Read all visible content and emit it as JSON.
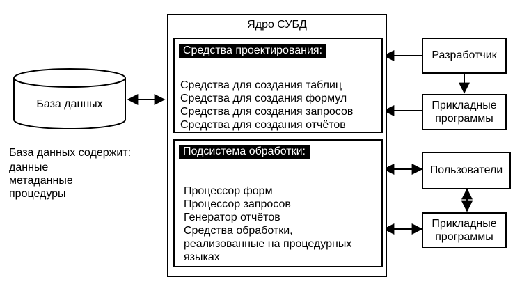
{
  "core": {
    "title": "Ядро СУБД",
    "design": {
      "heading": "Средства проектирования:",
      "items": [
        "Средства для создания таблиц",
        "Средства для создания формул",
        "Средства для создания запросов",
        "Средства для создания отчётов"
      ]
    },
    "processing": {
      "heading": "Подсистема обработки:",
      "items": [
        "Процессор форм",
        "Процессор запросов",
        "Генератор отчётов",
        "Средства обработки,",
        "реализованные на процедурных",
        "языках"
      ]
    }
  },
  "database": {
    "label": "База данных",
    "contents_title": "База данных содержит:",
    "contents": [
      "данные",
      "метаданные",
      "процедуры"
    ]
  },
  "right": {
    "developer": "Разработчик",
    "applications_top": [
      "Прикладные",
      "программы"
    ],
    "users": "Пользователи",
    "applications_bottom": [
      "Прикладные",
      "программы"
    ]
  }
}
